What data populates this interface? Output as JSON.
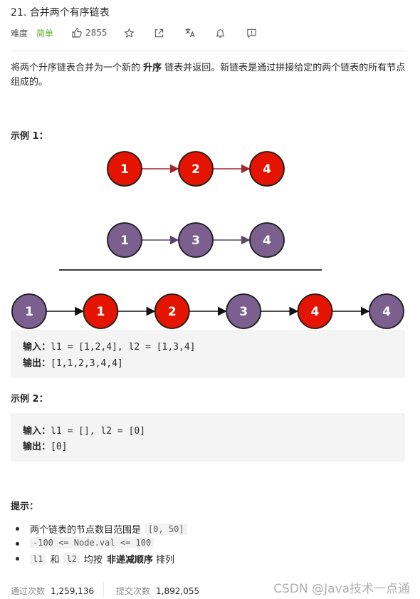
{
  "header": {
    "title": "21. 合并两个有序链表",
    "difficulty_label": "难度",
    "difficulty_value": "简单",
    "likes": "2855"
  },
  "description": {
    "part1": "将两个升序链表合并为一个新的 ",
    "bold": "升序",
    "part2": " 链表并返回。新链表是通过拼接给定的两个链表的所有节点组成的。"
  },
  "example1": {
    "heading": "示例 1：",
    "diagram": {
      "list1": [
        "1",
        "2",
        "4"
      ],
      "list2": [
        "1",
        "3",
        "4"
      ],
      "merged": [
        "1",
        "1",
        "2",
        "3",
        "4",
        "4"
      ],
      "merged_colors": [
        "purple",
        "red",
        "red",
        "purple",
        "red",
        "purple"
      ],
      "colors": {
        "red": "#e41400",
        "purple": "#7b5f8e",
        "arrow_red": "#a3272b",
        "arrow_purple": "#5a476c"
      }
    },
    "input_label": "输入：",
    "input_value": "l1 = [1,2,4], l2 = [1,3,4]",
    "output_label": "输出：",
    "output_value": "[1,1,2,3,4,4]"
  },
  "example2": {
    "heading": "示例 2：",
    "input_label": "输入：",
    "input_value": "l1 = [], l2 = [0]",
    "output_label": "输出：",
    "output_value": "[0]"
  },
  "hints": {
    "heading": "提示：",
    "t1_text": "两个链表的节点数目范围是",
    "t1_code": "[0, 50]",
    "t2_code": "-100 <= Node.val <= 100",
    "t3_code1": "l1",
    "t3_and": "和",
    "t3_code2": "l2",
    "t3_text": "均按",
    "t3_bold": "非递减顺序",
    "t3_tail": "排列"
  },
  "footer": {
    "accepted_label": "通过次数",
    "accepted_value": "1,259,136",
    "submitted_label": "提交次数",
    "submitted_value": "1,892,055"
  },
  "watermark": "CSDN @Java技术一点通"
}
